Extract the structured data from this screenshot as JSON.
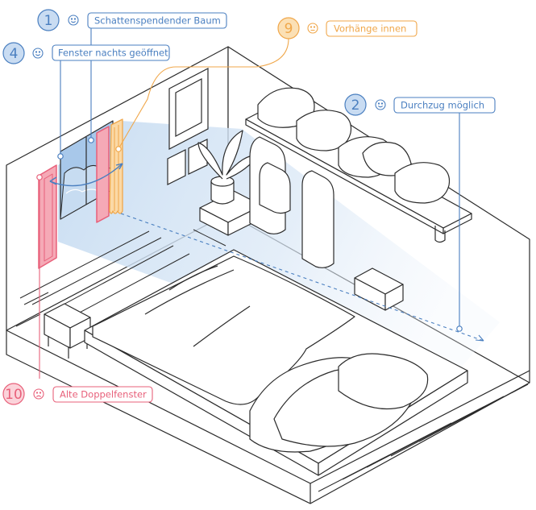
{
  "colors": {
    "line": "#2b2b2b",
    "blue": "#4a7fc0",
    "blue_fill": "#c3d9f0",
    "orange": "#f0a74a",
    "pink": "#e8607a",
    "pink_fill": "#f5a9b6",
    "orange_fill": "#fbd9a6",
    "sky": "#a8c8ea"
  },
  "annotations": [
    {
      "id": "1",
      "number": "1",
      "label": "Schattenspendender Baum",
      "mood": "happy",
      "color": "blue"
    },
    {
      "id": "4",
      "number": "4",
      "label": "Fenster nachts geöffnet",
      "mood": "happy",
      "color": "blue"
    },
    {
      "id": "9",
      "number": "9",
      "label": "Vorhänge innen",
      "mood": "neutral",
      "color": "orange"
    },
    {
      "id": "2",
      "number": "2",
      "label": "Durchzug möglich",
      "mood": "happy",
      "color": "blue"
    },
    {
      "id": "10",
      "number": "10",
      "label": "Alte Doppelfenster",
      "mood": "sad",
      "color": "pink"
    }
  ]
}
